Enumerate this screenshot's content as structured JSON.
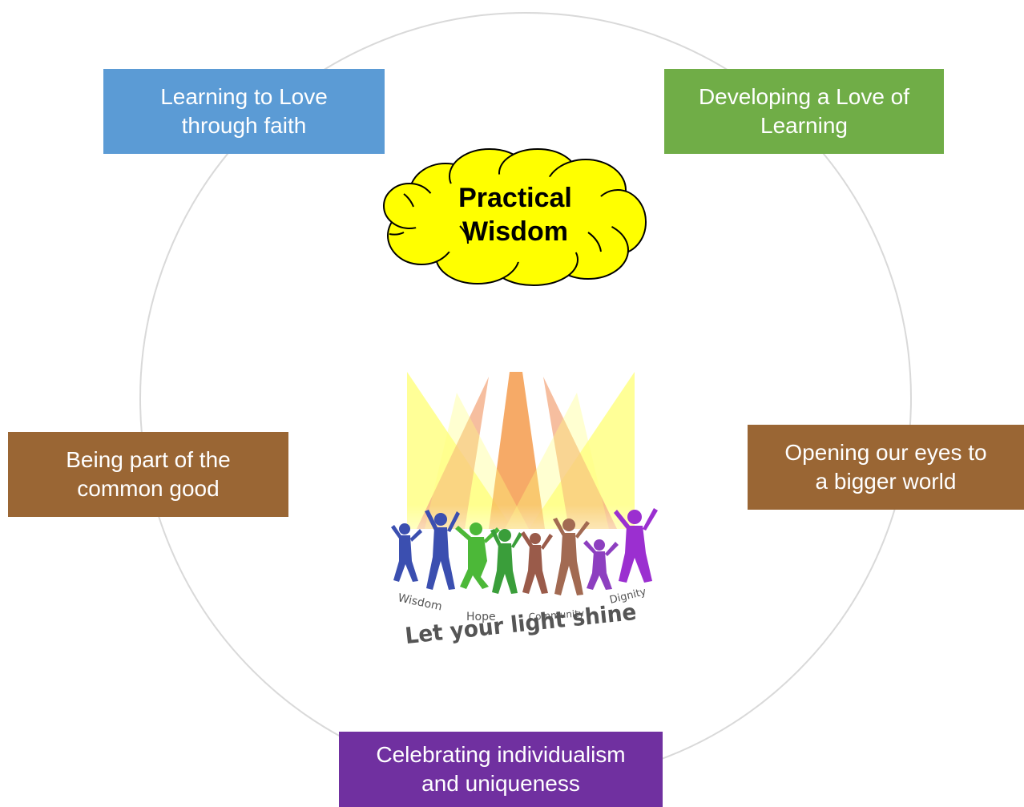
{
  "diagram": {
    "center": {
      "line1": "Practical",
      "line2": "Wisdom",
      "cloud_fill": "#ffff00",
      "cloud_stroke": "#000000"
    },
    "nodes": {
      "faith": {
        "line1": "Learning to Love",
        "line2": "through faith",
        "color": "#5b9bd5"
      },
      "learning": {
        "line1": "Developing a Love of",
        "line2": "Learning",
        "color": "#70ad47"
      },
      "common_good": {
        "line1": "Being part of the",
        "line2": "common good",
        "color": "#9a6634"
      },
      "bigger_world": {
        "line1": "Opening our eyes to",
        "line2": "a bigger world",
        "color": "#9a6634"
      },
      "uniqueness": {
        "line1": "Celebrating individualism",
        "line2": "and uniqueness",
        "color": "#7030a0"
      }
    },
    "ring_color": "#d9d9d9",
    "logo": {
      "values": [
        "Wisdom",
        "Hope",
        "Community",
        "Dignity"
      ],
      "motto": "Let your light shine",
      "text_color": "#555555",
      "figure_colors": [
        "#3b4fb0",
        "#3b4fb0",
        "#4cb838",
        "#3a9e3a",
        "#9a5b4a",
        "#a26a52",
        "#8d3fc0",
        "#9b2fd0"
      ],
      "beam_colors": [
        "#ffff66",
        "#f29a6a",
        "#f28a2e"
      ]
    }
  }
}
